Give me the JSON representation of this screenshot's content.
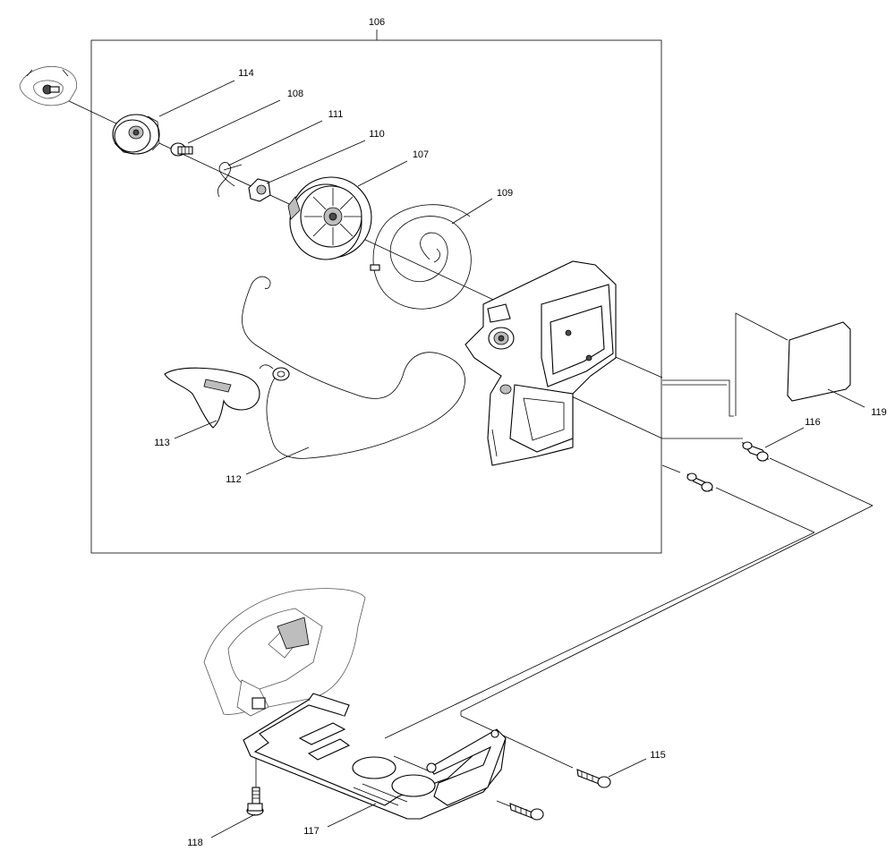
{
  "diagram": {
    "group_label": "106",
    "callouts": [
      {
        "id": "114",
        "text": "114"
      },
      {
        "id": "108",
        "text": "108"
      },
      {
        "id": "111",
        "text": "111"
      },
      {
        "id": "110",
        "text": "110"
      },
      {
        "id": "107",
        "text": "107"
      },
      {
        "id": "109",
        "text": "109"
      },
      {
        "id": "113",
        "text": "113"
      },
      {
        "id": "112",
        "text": "112"
      },
      {
        "id": "119",
        "text": "119"
      },
      {
        "id": "116",
        "text": "116"
      },
      {
        "id": "115",
        "text": "115"
      },
      {
        "id": "118",
        "text": "118"
      },
      {
        "id": "117",
        "text": "117"
      }
    ]
  }
}
